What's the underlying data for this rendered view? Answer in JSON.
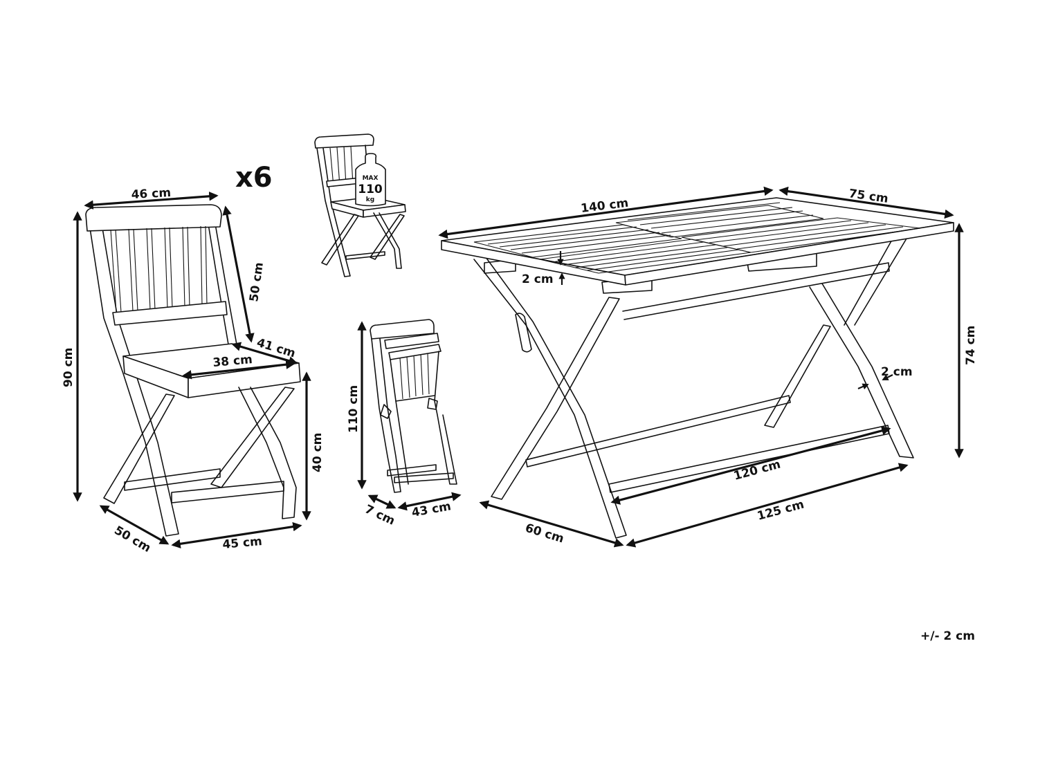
{
  "diagram": {
    "type": "product-dimension-drawing",
    "quantity_label": "x6",
    "tolerance": "+/- 2 cm",
    "chair": {
      "back_width": "46 cm",
      "back_height": "50 cm",
      "seat_depth": "41 cm",
      "seat_width": "38 cm",
      "total_height": "90 cm",
      "seat_height": "40 cm",
      "base_depth": "50 cm",
      "base_width": "45 cm"
    },
    "load_badge": {
      "top": "MAX",
      "value": "110",
      "unit": "kg"
    },
    "folded_chair": {
      "height": "110 cm",
      "depth": "7 cm",
      "width": "43 cm"
    },
    "table": {
      "length": "140 cm",
      "width": "75 cm",
      "height": "74 cm",
      "top_thickness": "2 cm",
      "leg_thickness": "2 cm",
      "stretcher_length": "120 cm",
      "base_length": "125 cm",
      "base_width": "60 cm"
    }
  }
}
